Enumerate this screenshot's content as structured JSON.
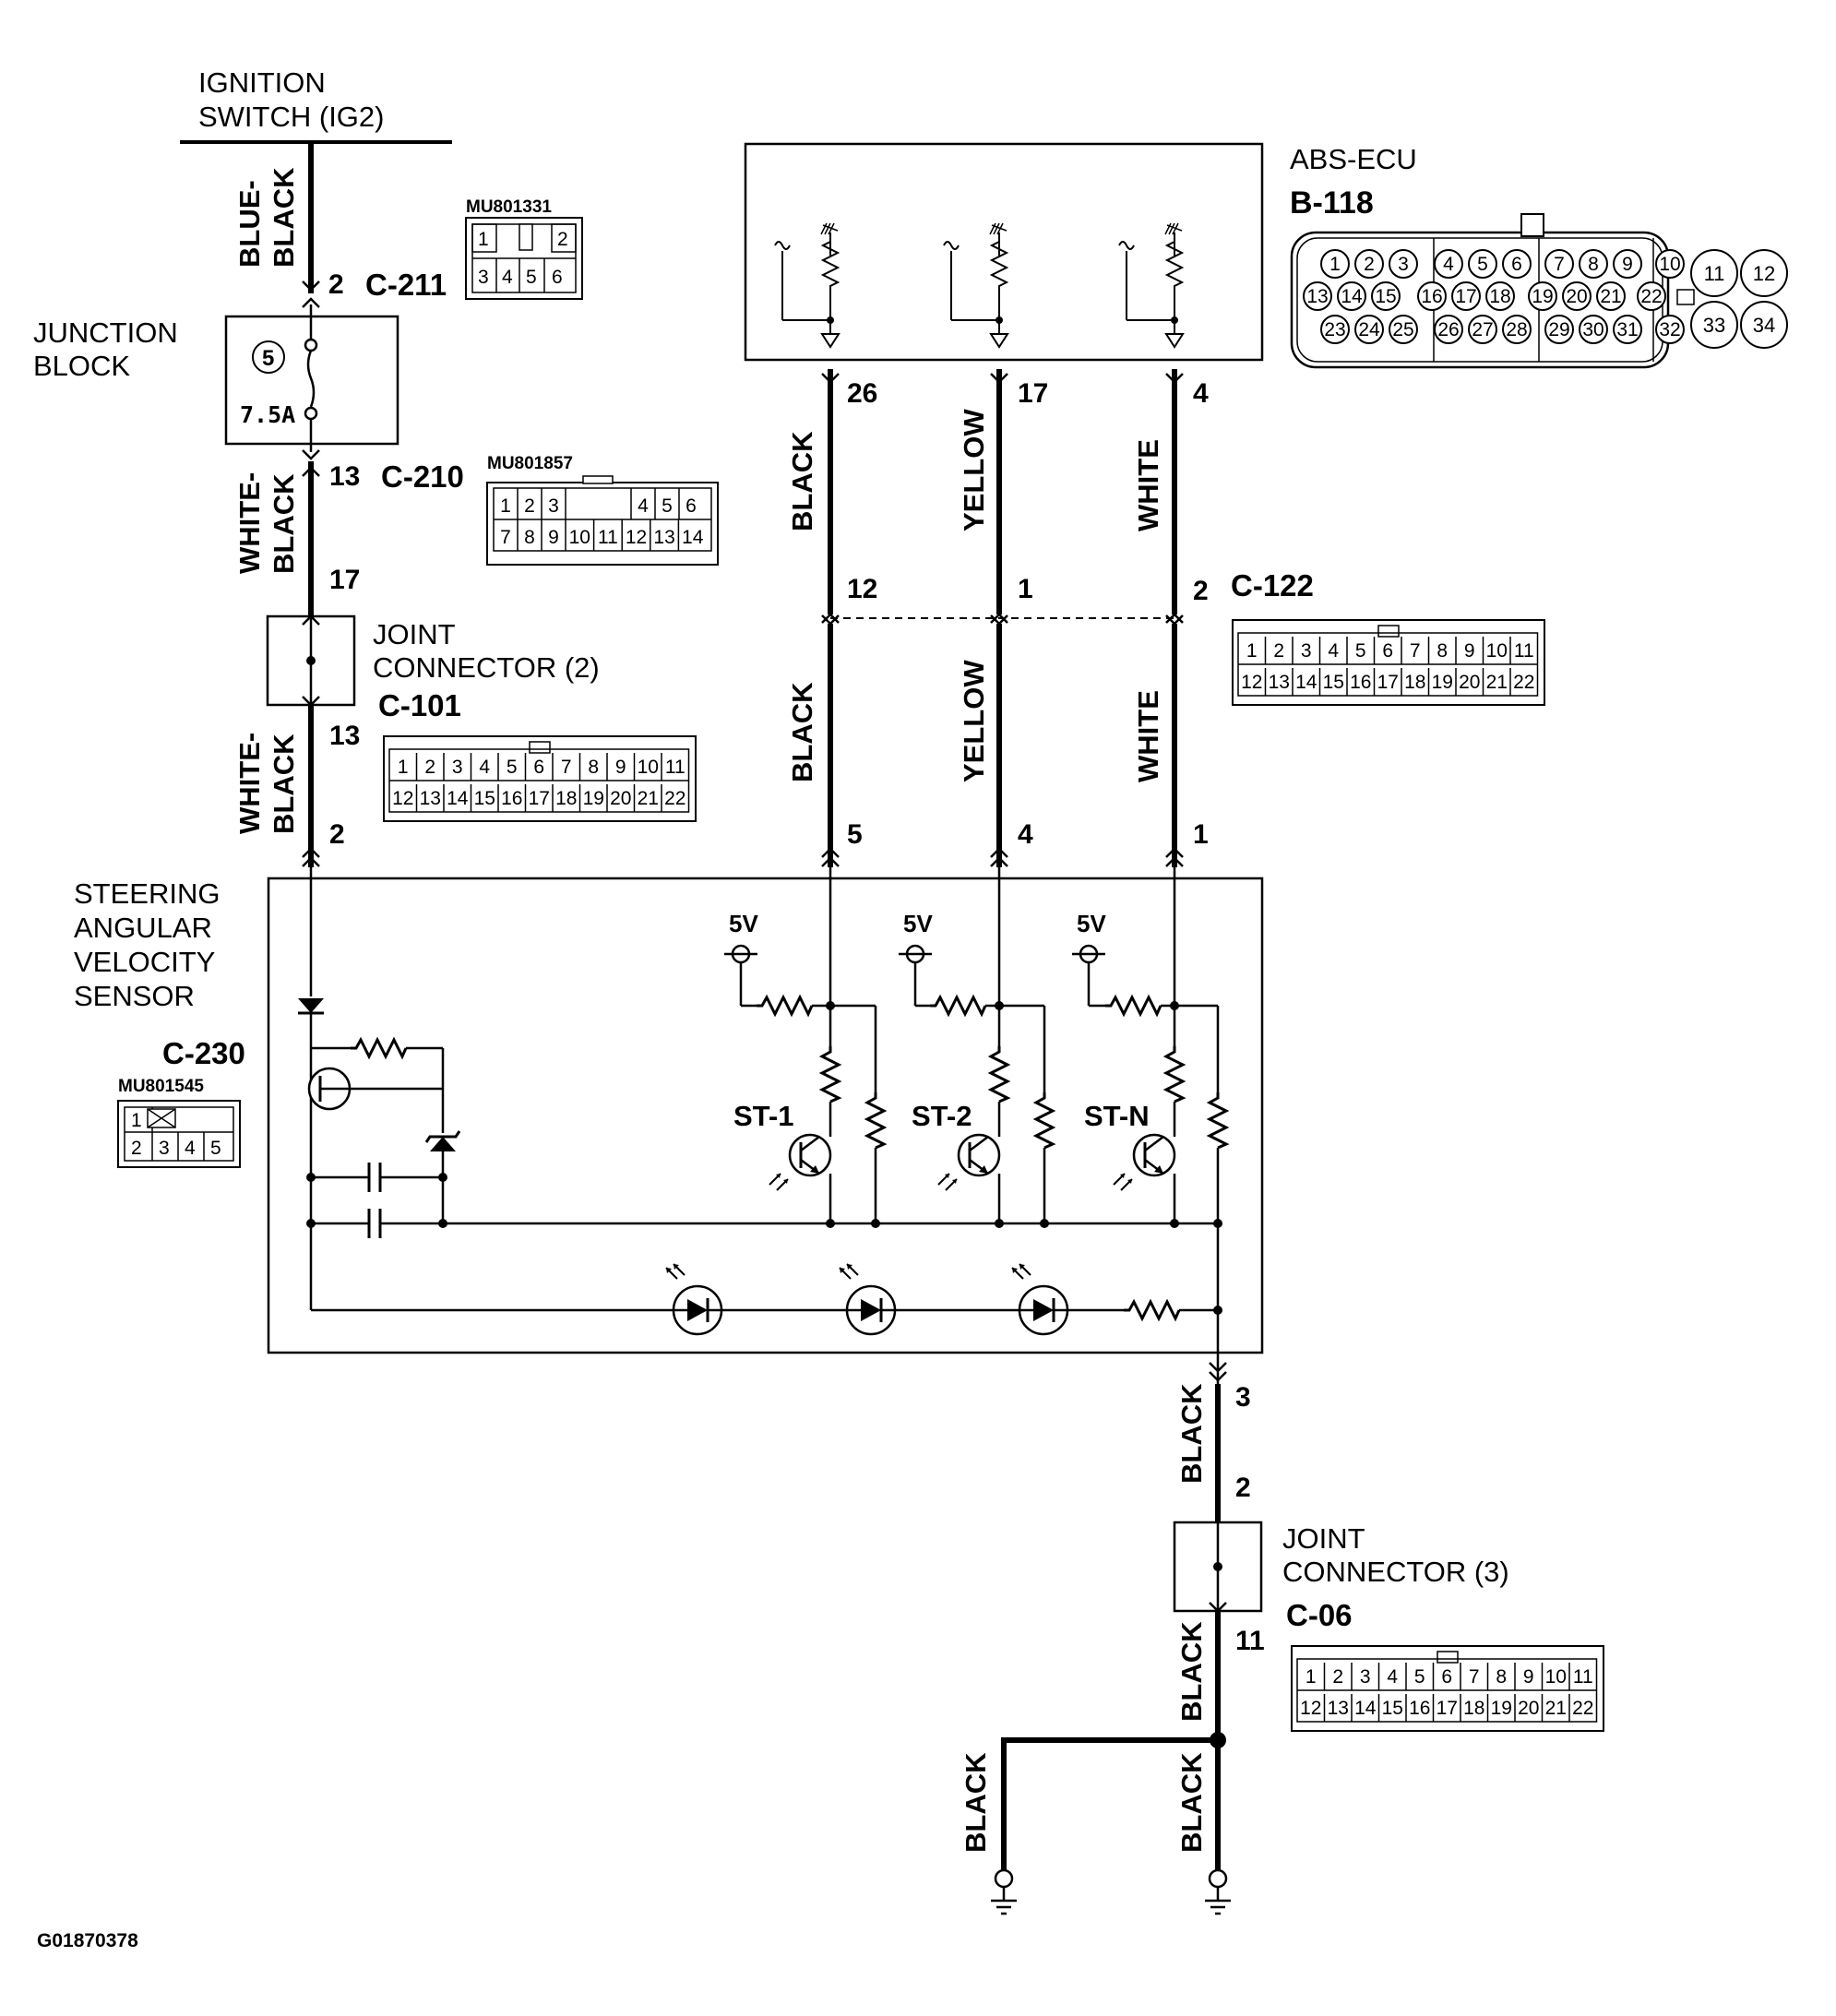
{
  "title": {
    "ignition_line1": "IGNITION",
    "ignition_line2": "SWITCH (IG2)"
  },
  "abs_ecu": {
    "name": "ABS-ECU",
    "connector": "B-118",
    "pins": [
      "1",
      "2",
      "3",
      "4",
      "5",
      "6",
      "7",
      "8",
      "9",
      "10",
      "11",
      "12",
      "13",
      "14",
      "15",
      "16",
      "17",
      "18",
      "19",
      "20",
      "21",
      "22",
      "23",
      "24",
      "25",
      "26",
      "27",
      "28",
      "29",
      "30",
      "31",
      "32",
      "33",
      "34"
    ],
    "terminal_left": "26",
    "terminal_mid": "17",
    "terminal_right": "4"
  },
  "junction_block": {
    "line1": "JUNCTION",
    "line2": "BLOCK",
    "fuse_no": "5",
    "fuse_rating": "7.5A"
  },
  "connectors": {
    "c211": {
      "code": "C-211",
      "part": "MU801331",
      "pin": "2",
      "pins": [
        "1",
        "2",
        "3",
        "4",
        "5",
        "6"
      ]
    },
    "c210": {
      "code": "C-210",
      "part": "MU801857",
      "pin": "13",
      "pins": [
        "1",
        "2",
        "3",
        "4",
        "5",
        "6",
        "7",
        "8",
        "9",
        "10",
        "11",
        "12",
        "13",
        "14"
      ]
    },
    "c101": {
      "code": "C-101",
      "pin_in": "17",
      "pin_out": "13"
    },
    "c122": {
      "code": "C-122",
      "pin_left": "12",
      "pin_mid": "1",
      "pin_right": "2"
    },
    "c230": {
      "code": "C-230",
      "part": "MU801545",
      "pins": [
        "1",
        "2",
        "3",
        "4",
        "5"
      ],
      "pin_top": "2",
      "pin_left": "5",
      "pin_mid": "4",
      "pin_right": "1",
      "pin_gnd": "3"
    },
    "c06": {
      "code": "C-06",
      "pin_in": "2",
      "pin_out": "11"
    },
    "row22": [
      "1",
      "2",
      "3",
      "4",
      "5",
      "6",
      "7",
      "8",
      "9",
      "10",
      "11",
      "12",
      "13",
      "14",
      "15",
      "16",
      "17",
      "18",
      "19",
      "20",
      "21",
      "22"
    ]
  },
  "joint_connector_2": {
    "line1": "JOINT",
    "line2": "CONNECTOR (2)"
  },
  "joint_connector_3": {
    "line1": "JOINT",
    "line2": "CONNECTOR (3)"
  },
  "sensor": {
    "line1": "STEERING",
    "line2": "ANGULAR",
    "line3": "VELOCITY",
    "line4": "SENSOR",
    "supply": "5V",
    "st1": "ST-1",
    "st2": "ST-2",
    "stn": "ST-N"
  },
  "wires": {
    "blue_black_1": "BLUE-",
    "blue_black_2": "BLACK",
    "white_black_1": "WHITE-",
    "white_black_2": "BLACK",
    "black": "BLACK",
    "yellow": "YELLOW",
    "white": "WHITE"
  },
  "figure_id": "G01870378"
}
